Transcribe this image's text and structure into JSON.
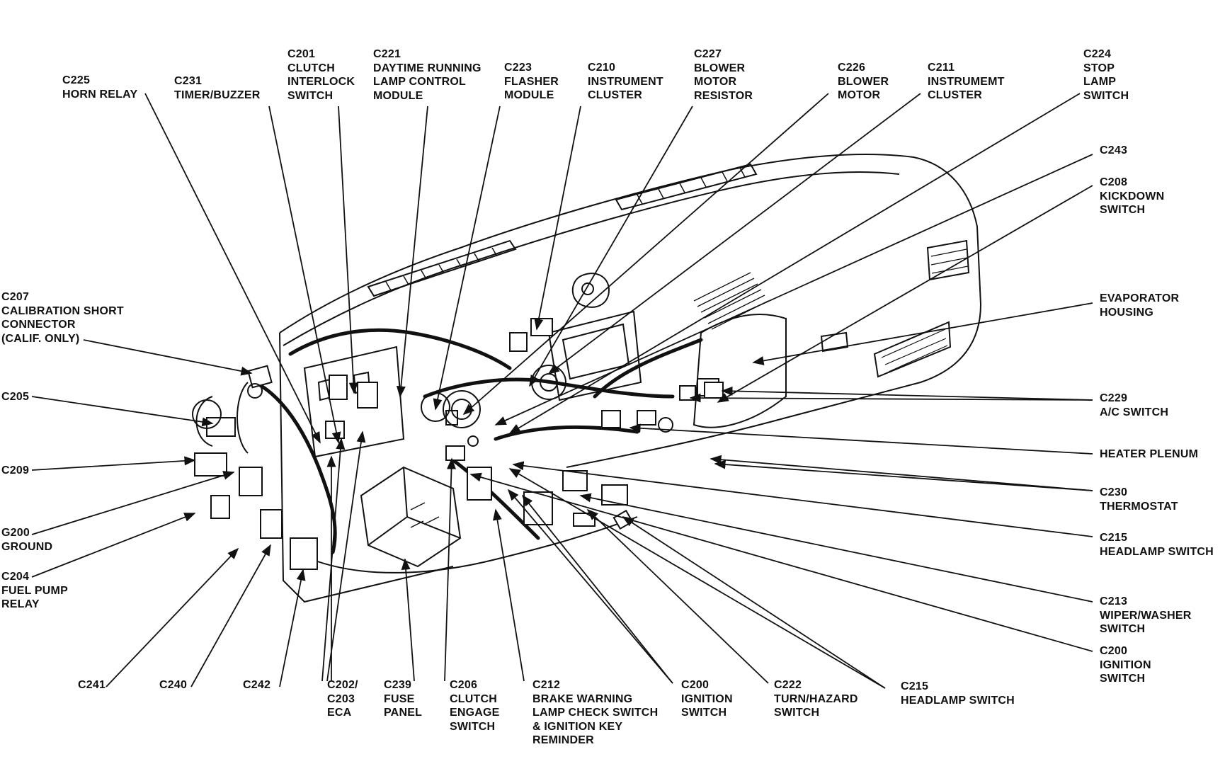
{
  "callouts": [
    {
      "id": "c225",
      "lines": [
        "C225",
        "HORN RELAY"
      ]
    },
    {
      "id": "c231",
      "lines": [
        "C231",
        "TIMER/BUZZER"
      ]
    },
    {
      "id": "c201",
      "lines": [
        "C201",
        "CLUTCH",
        "INTERLOCK",
        "SWITCH"
      ]
    },
    {
      "id": "c221",
      "lines": [
        "C221",
        "DAYTIME RUNNING",
        "LAMP CONTROL",
        "MODULE"
      ]
    },
    {
      "id": "c223",
      "lines": [
        "C223",
        "FLASHER",
        "MODULE"
      ]
    },
    {
      "id": "c210",
      "lines": [
        "C210",
        "INSTRUMENT",
        "CLUSTER"
      ]
    },
    {
      "id": "c227",
      "lines": [
        "C227",
        "BLOWER",
        "MOTOR",
        "RESISTOR"
      ]
    },
    {
      "id": "c226",
      "lines": [
        "C226",
        "BLOWER",
        "MOTOR"
      ]
    },
    {
      "id": "c211",
      "lines": [
        "C211",
        "INSTRUMEMT",
        "CLUSTER"
      ]
    },
    {
      "id": "c224",
      "lines": [
        "C224",
        "STOP",
        "LAMP",
        "SWITCH"
      ]
    },
    {
      "id": "c243",
      "lines": [
        "C243"
      ]
    },
    {
      "id": "c208",
      "lines": [
        "C208",
        "KICKDOWN",
        "SWITCH"
      ]
    },
    {
      "id": "evap",
      "lines": [
        "EVAPORATOR",
        "HOUSING"
      ]
    },
    {
      "id": "c229",
      "lines": [
        "C229",
        "A/C SWITCH"
      ]
    },
    {
      "id": "heater",
      "lines": [
        "HEATER PLENUM"
      ]
    },
    {
      "id": "c230",
      "lines": [
        "C230",
        "THERMOSTAT"
      ]
    },
    {
      "id": "c215r",
      "lines": [
        "C215",
        "HEADLAMP SWITCH"
      ]
    },
    {
      "id": "c213",
      "lines": [
        "C213",
        "WIPER/WASHER",
        "SWITCH"
      ]
    },
    {
      "id": "c200r",
      "lines": [
        "C200",
        "IGNITION",
        "SWITCH"
      ]
    },
    {
      "id": "c207",
      "lines": [
        "C207",
        "CALIBRATION SHORT",
        "CONNECTOR",
        "(CALIF. ONLY)"
      ]
    },
    {
      "id": "c205",
      "lines": [
        "C205"
      ]
    },
    {
      "id": "c209",
      "lines": [
        "C209"
      ]
    },
    {
      "id": "g200",
      "lines": [
        "G200",
        "GROUND"
      ]
    },
    {
      "id": "c204",
      "lines": [
        "C204",
        "FUEL PUMP",
        "RELAY"
      ]
    },
    {
      "id": "c241",
      "lines": [
        "C241"
      ]
    },
    {
      "id": "c240",
      "lines": [
        "C240"
      ]
    },
    {
      "id": "c242",
      "lines": [
        "C242"
      ]
    },
    {
      "id": "c202",
      "lines": [
        "C202/",
        "C203",
        "ECA"
      ]
    },
    {
      "id": "c239",
      "lines": [
        "C239",
        "FUSE",
        "PANEL"
      ]
    },
    {
      "id": "c206",
      "lines": [
        "C206",
        "CLUTCH",
        "ENGAGE",
        "SWITCH"
      ]
    },
    {
      "id": "c212",
      "lines": [
        "C212",
        "BRAKE WARNING",
        "LAMP CHECK SWITCH",
        "& IGNITION KEY",
        "REMINDER"
      ]
    },
    {
      "id": "c200b",
      "lines": [
        "C200",
        "IGNITION",
        "SWITCH"
      ]
    },
    {
      "id": "c222",
      "lines": [
        "C222",
        "TURN/HAZARD",
        "SWITCH"
      ]
    },
    {
      "id": "c215b",
      "lines": [
        "C215",
        "HEADLAMP SWITCH"
      ]
    }
  ]
}
